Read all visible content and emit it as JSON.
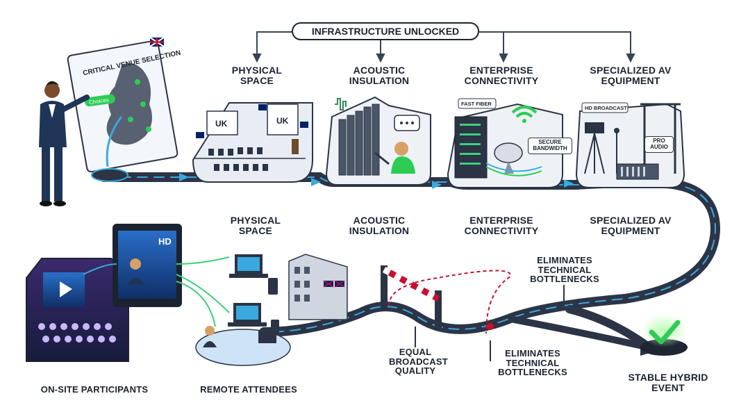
{
  "banner": "INFRASTRUCTURE UNLOCKED",
  "venue_card": {
    "title": "CRITICAL VENUE SELECTION",
    "chip": "Choices"
  },
  "stages_top": [
    {
      "label": "PHYSICAL SPACE"
    },
    {
      "label": "ACOUSTIC INSULATION"
    },
    {
      "label": "ENTERPRISE CONNECTIVITY"
    },
    {
      "label": "SPECIALIZED AV EQUIPMENT"
    }
  ],
  "stages_bottom": [
    {
      "label": "PHYSICAL SPACE"
    },
    {
      "label": "ACOUSTIC INSULATION"
    },
    {
      "label": "ENTERPRISE CONNECTIVITY"
    },
    {
      "label": "SPECIALIZED AV EQUIPMENT"
    }
  ],
  "room_signs": [
    "UK",
    "UK"
  ],
  "tags": {
    "fast_fiber": "FAST FIBER",
    "secure_bandwidth": "SECURE BANDWIDTH",
    "hd_broadcast": "HD BROADCAST",
    "pro_audio": "PRO AUDIO",
    "hd_screen": "HD"
  },
  "bottom": {
    "onsite": "ON-SITE PARTICIPANTS",
    "remote": "REMOTE ATTENDEES",
    "equal_quality": "EQUAL BROADCAST QUALITY",
    "eliminates_top": "ELIMINATES TECHNICAL BOTTLENECKS",
    "eliminates_bottom": "ELIMINATES TECHNICAL BOTTLENECKS",
    "stable": "STABLE HYBRID EVENT"
  },
  "colors": {
    "ink": "#1b2230",
    "road": "#2c3446",
    "road_glow": "#3aa9e0",
    "accent_green": "#2ecc55",
    "check_glow": "#7CFC7C",
    "uk_red": "#c8102e",
    "uk_blue": "#012169"
  }
}
